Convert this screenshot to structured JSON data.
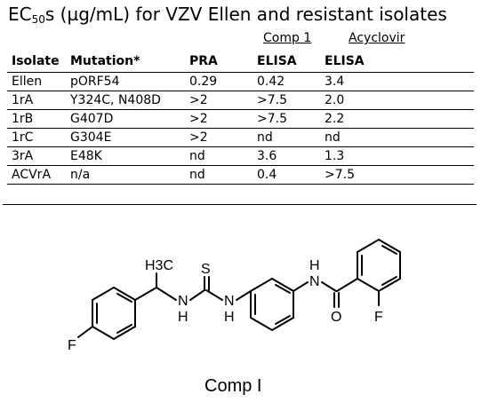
{
  "figure": {
    "title_prefix": "EC",
    "title_sub": "50",
    "title_suffix": "s (µg/mL) for VZV Ellen and resistant isolates"
  },
  "table": {
    "group_headers": [
      "Comp 1",
      "Acyclovir"
    ],
    "columns": [
      "Isolate",
      "Mutation*",
      "PRA",
      "ELISA",
      "ELISA"
    ],
    "rows": [
      [
        "Ellen",
        "pORF54",
        "0.29",
        "0.42",
        "3.4"
      ],
      [
        "1rA",
        "Y324C, N408D",
        ">2",
        ">7.5",
        "2.0"
      ],
      [
        "1rB",
        "G407D",
        ">2",
        ">7.5",
        "2.2"
      ],
      [
        "1rC",
        "G304E",
        ">2",
        "nd",
        "nd"
      ],
      [
        "3rA",
        "E48K",
        "nd",
        "3.6",
        "1.3"
      ],
      [
        "ACVrA",
        "n/a",
        "nd",
        "0.4",
        ">7.5"
      ]
    ]
  },
  "structure": {
    "atoms": [
      "H3C",
      "S",
      "N",
      "H",
      "N",
      "H",
      "N",
      "H",
      "O",
      "F",
      "F"
    ],
    "caption": "Comp I"
  }
}
